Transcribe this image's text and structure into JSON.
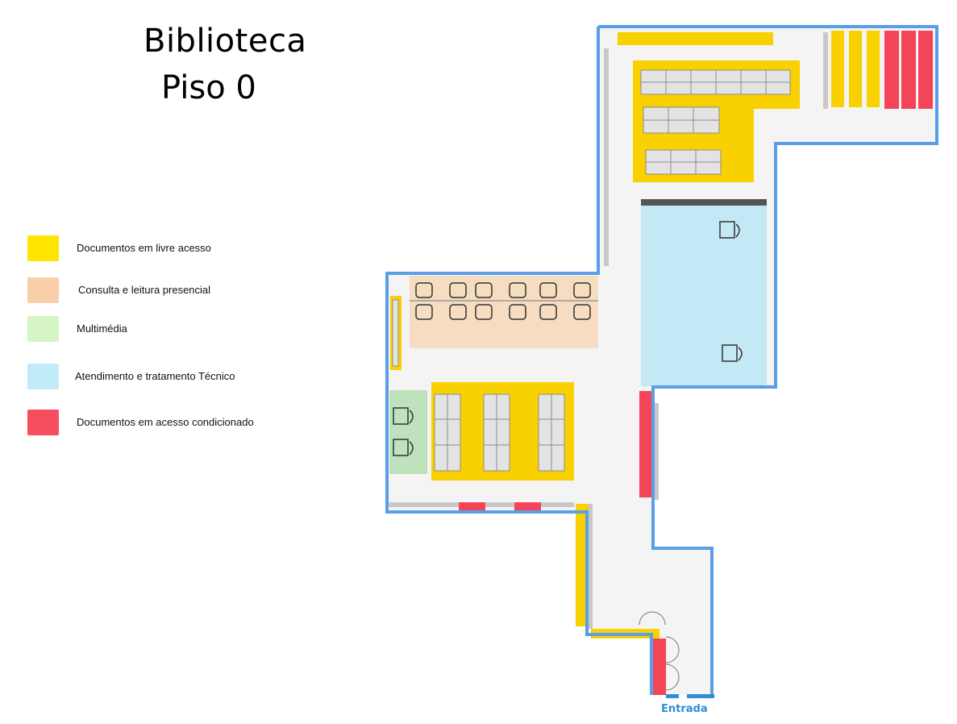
{
  "header": {
    "title": "Biblioteca",
    "subtitle": "Piso 0"
  },
  "legend": [
    {
      "label": "Documentos em livre acesso",
      "color": "#ffe600"
    },
    {
      "label": "Consulta e leitura presencial",
      "color": "#f8cfa8"
    },
    {
      "label": "Multimédia",
      "color": "#d6f5c4"
    },
    {
      "label": "Atendimento e tratamento Técnico",
      "color": "#c2ebf8"
    },
    {
      "label": "Documentos em acesso condicionado",
      "color": "#f64e5e"
    }
  ],
  "plan": {
    "entrance_label": "Entrada",
    "colors": {
      "wall": "#5b9ee8",
      "floor": "#f4f4f4",
      "free_access": "#f9d000",
      "conditional_access": "#f44558",
      "reading": "#f6dcc0",
      "multimedia": "#bde3bd",
      "service": "#c3e8f6",
      "entrance": "#2a8fd6"
    }
  }
}
